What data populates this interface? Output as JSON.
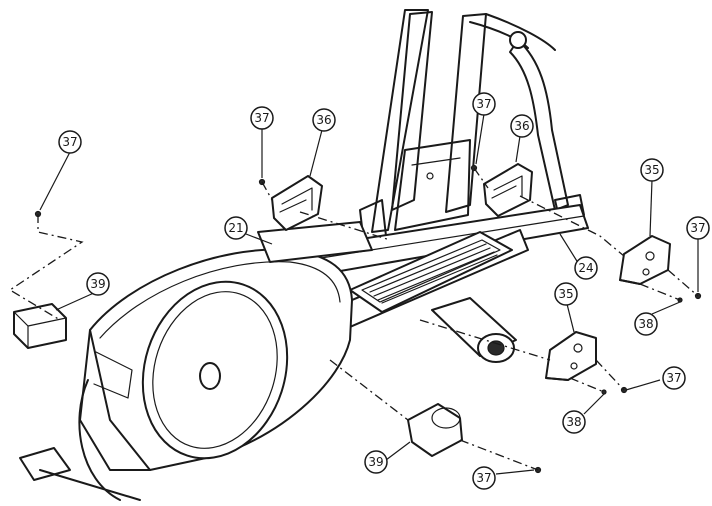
{
  "callouts": [
    {
      "id": "c37a",
      "label": "37"
    },
    {
      "id": "c37b",
      "label": "37"
    },
    {
      "id": "c36a",
      "label": "36"
    },
    {
      "id": "c37c",
      "label": "37"
    },
    {
      "id": "c36b",
      "label": "36"
    },
    {
      "id": "c35a",
      "label": "35"
    },
    {
      "id": "c37d",
      "label": "37"
    },
    {
      "id": "c21",
      "label": "21"
    },
    {
      "id": "c24",
      "label": "24"
    },
    {
      "id": "c39a",
      "label": "39"
    },
    {
      "id": "c35b",
      "label": "35"
    },
    {
      "id": "c38a",
      "label": "38"
    },
    {
      "id": "c37e",
      "label": "37"
    },
    {
      "id": "c38b",
      "label": "38"
    },
    {
      "id": "c39b",
      "label": "39"
    },
    {
      "id": "c37f",
      "label": "37"
    }
  ]
}
